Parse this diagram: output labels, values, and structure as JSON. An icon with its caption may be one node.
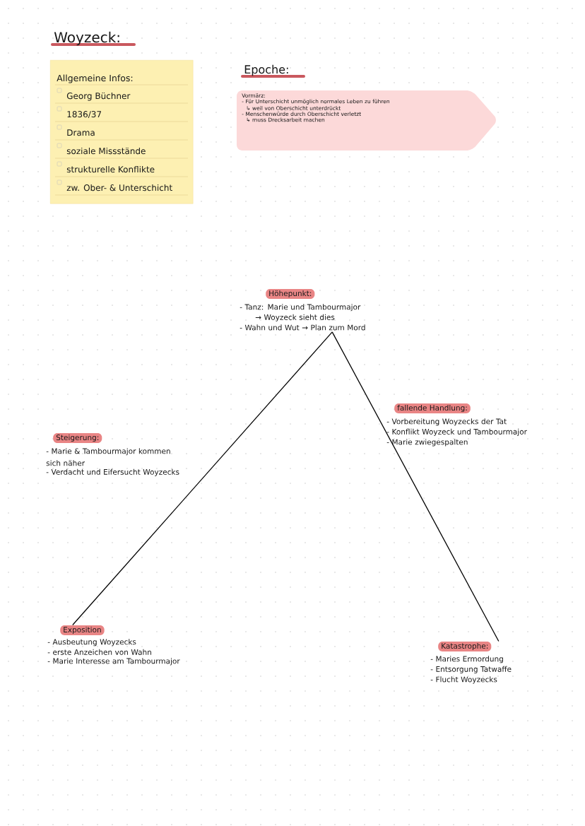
{
  "diagram": {
    "title": "Woyzeck:",
    "nodes": [
      {
        "text": [
          "Allgemeine Infos:",
          "Georg Büchner",
          "1836/37",
          "Drama",
          "soziale Missstände",
          "strukturelle Konflikte",
          "zw. Ober- & Unterschicht"
        ]
      },
      {
        "text": [
          "Epoche:",
          "Vormärz:",
          "- Für Unterschicht unmöglich normales Leben zu führen",
          "↳ weil von Oberschicht unterdrückt",
          "- Menschenwürde durch Oberschicht verletzt",
          "↳ muss Drecksarbeit machen"
        ]
      },
      {
        "text": [
          "Höhepunkt:",
          "- Tanz: Marie und Tambourmajor",
          "→ Woyzeck sieht dies",
          "- Wahn und Wut → Plan zum Mord"
        ]
      },
      {
        "text": [
          "Steigerung:",
          "- Marie & Tambourmajor kommen sich näher",
          "- Verdacht und Eifersucht Woyzecks"
        ]
      },
      {
        "text": [
          "fallende Handlung:",
          "- Vorbereitung Woyzecks der Tat",
          "- Konflikt Woyzeck und Tambourmajor",
          "- Marie zwiegespalten"
        ]
      },
      {
        "text": [
          "Exposition",
          "- Ausbeutung Woyzecks",
          "- erste Anzeichen von Wahn",
          "- Marie Interesse am Tambourmajor"
        ]
      },
      {
        "text": [
          "Katastrophe:",
          "- Maries Ermordung",
          "- Entsorgung Tatwaffe",
          "- Flucht Woyzecks"
        ]
      }
    ],
    "edges": [
      {
        "from": 5,
        "to": 2,
        "arrow": "none"
      },
      {
        "from": 2,
        "to": 6,
        "arrow": "none"
      }
    ]
  }
}
